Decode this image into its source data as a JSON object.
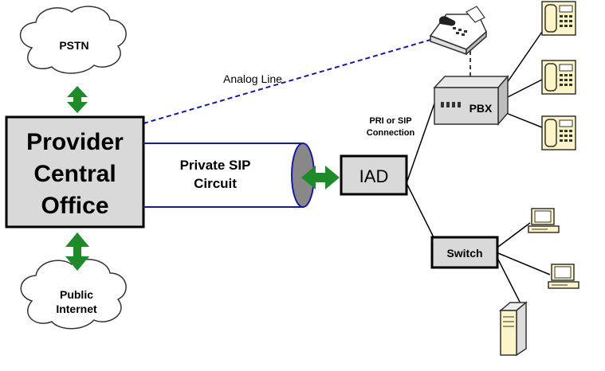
{
  "diagram": {
    "pstn_label": "PSTN",
    "internet_label_line1": "Public",
    "internet_label_line2": "Internet",
    "office_line1": "Provider",
    "office_line2": "Central",
    "office_line3": "Office",
    "circuit_line1": "Private SIP",
    "circuit_line2": "Circuit",
    "analog_line_label": "Analog Line",
    "iad_label": "IAD",
    "pbx_label": "PBX",
    "pbx_conn_line1": "PRI or SIP",
    "pbx_conn_line2": "Connection",
    "switch_label": "Switch",
    "colors": {
      "box_fill": "#d9d9d9",
      "arrow_green": "#1e8a2a",
      "circuit_blue": "#1a1aa0",
      "device_beige": "#fdf5c8",
      "text": "#000000"
    },
    "icons": [
      "cloud-icon",
      "fax-machine-icon",
      "desk-phone-icon",
      "computer-icon",
      "server-tower-icon"
    ]
  }
}
